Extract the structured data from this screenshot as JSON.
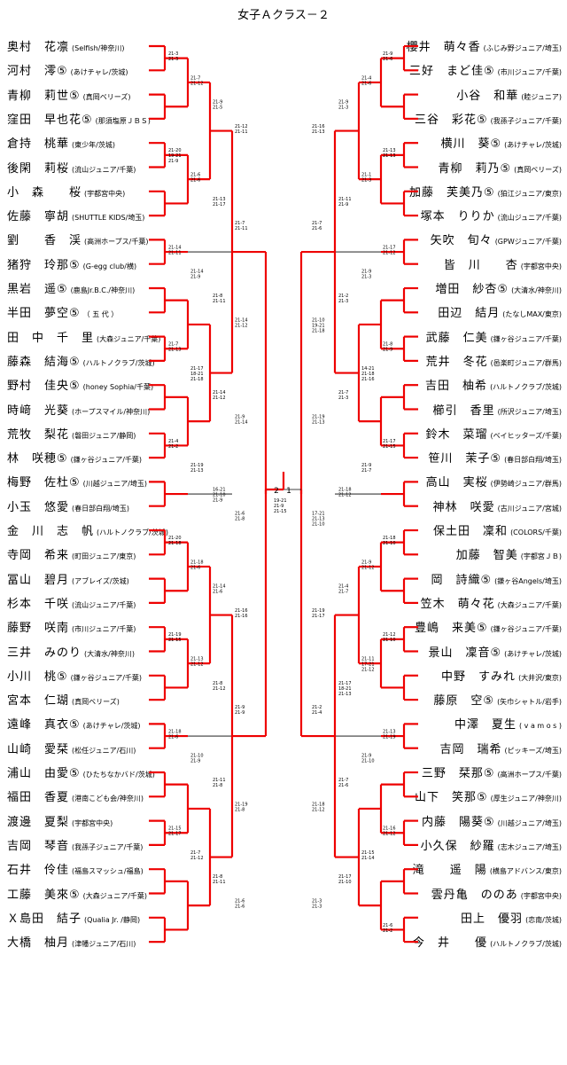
{
  "title": "女子Ａクラス－２",
  "left": [
    {
      "name": "奥村　花凛",
      "club": "(Selfish/神奈川)"
    },
    {
      "name": "河村　澪⑤",
      "club": "(あけチャレ/茨城)"
    },
    {
      "name": "青柳　莉世⑤",
      "club": "(真岡ベリーズ)"
    },
    {
      "name": "窪田　早也花⑤",
      "club": "(那須塩原ＪＢＳ)"
    },
    {
      "name": "倉持　桃華",
      "club": "(東少年/茨城)"
    },
    {
      "name": "後閑　莉桜",
      "club": "(流山ジュニア/千葉)"
    },
    {
      "name": "小　森　　桜",
      "club": "(宇都宮中央)"
    },
    {
      "name": "佐藤　寧胡",
      "club": "(SHUTTLE KIDS/埼玉)"
    },
    {
      "name": "劉　　香　渓",
      "club": "(高洲ホープス/千葉)"
    },
    {
      "name": "猪狩　玲那⑤",
      "club": "(G-egg club/横)"
    },
    {
      "name": "黒岩　遥⑤",
      "club": "(鹿島Jr.B.C./神奈川)"
    },
    {
      "name": "半田　夢空⑤",
      "club": "（ 五 代 ）"
    },
    {
      "name": "田　中　千　里",
      "club": "(大森ジュニア/千葉)"
    },
    {
      "name": "藤森　結海⑤",
      "club": "(ハルトノクラブ/茨城)"
    },
    {
      "name": "野村　佳央⑤",
      "club": "(honey Sophia/千葉)"
    },
    {
      "name": "時﨑　光葵",
      "club": "(ホープスマイル/神奈川)"
    },
    {
      "name": "荒牧　梨花",
      "club": "(磐田ジュニア/静岡)"
    },
    {
      "name": "林　咲穂⑤",
      "club": "(鎌ヶ谷ジュニア/千葉)"
    },
    {
      "name": "梅野　佐杜⑤",
      "club": "(川越ジュニア/埼玉)"
    },
    {
      "name": "小玉　悠愛",
      "club": "(春日部白翔/埼玉)"
    },
    {
      "name": "金　川　志　帆",
      "club": "(ハルトノクラブ/茨城)"
    },
    {
      "name": "寺岡　希来",
      "club": "(町田ジュニア/東京)"
    },
    {
      "name": "冨山　碧月",
      "club": "(アブレイズ/茨城)"
    },
    {
      "name": "杉本　千咲",
      "club": "(流山ジュニア/千葉)"
    },
    {
      "name": "藤野　咲南",
      "club": "(市川ジュニア/千葉)"
    },
    {
      "name": "三井　みのり",
      "club": "(大清水/神奈川)"
    },
    {
      "name": "小川　桃⑤",
      "club": "(鎌ヶ谷ジュニア/千葉)"
    },
    {
      "name": "宮本　仁瑚",
      "club": "(真岡ベリーズ)"
    },
    {
      "name": "遠峰　真衣⑤",
      "club": "(あけチャレ/茨城)"
    },
    {
      "name": "山崎　愛栞",
      "club": "(松任ジュニア/石川)"
    },
    {
      "name": "浦山　由愛⑤",
      "club": "(ひたちなかバド/茨城)"
    },
    {
      "name": "福田　香夏",
      "club": "(港南こども会/神奈川)"
    },
    {
      "name": "渡邊　夏梨",
      "club": "(宇都宮中央)"
    },
    {
      "name": "吉岡　琴音",
      "club": "(我孫子ジュニア/千葉)"
    },
    {
      "name": "石井　伶佳",
      "club": "(福島スマッシュ/福島)"
    },
    {
      "name": "工藤　美來⑤",
      "club": "(大森ジュニア/千葉)"
    },
    {
      "name": "Ｘ島田　結子",
      "club": "(Qualia Jr. /静岡)"
    },
    {
      "name": "大橋　柚月",
      "club": "(津幡ジュニア/石川)"
    }
  ],
  "right": [
    {
      "name": "櫻井　萌々香",
      "club": "(ふじみ野ジュニア/埼玉)"
    },
    {
      "name": "三好　まど佳⑤",
      "club": "(市川ジュニア/千葉)"
    },
    {
      "name": "小谷　和華",
      "club": "(睦ジュニア)"
    },
    {
      "name": "三谷　彩花⑤",
      "club": "(我孫子ジュニア/千葉)"
    },
    {
      "name": "横川　葵⑤",
      "club": "(あけチャレ/茨城)"
    },
    {
      "name": "青柳　莉乃⑤",
      "club": "(真岡ベリーズ)"
    },
    {
      "name": "加藤　芙美乃⑤",
      "club": "(狛江ジュニア/東京)"
    },
    {
      "name": "塚本　りりか",
      "club": "(流山ジュニア/千葉)"
    },
    {
      "name": "矢吹　旬々",
      "club": "(GPWジュニア/千葉)"
    },
    {
      "name": "皆　川　　杏",
      "club": "(宇都宮中央)"
    },
    {
      "name": "増田　紗杏⑤",
      "club": "(大清水/神奈川)"
    },
    {
      "name": "田辺　結月",
      "club": "(たなしMAX/東京)"
    },
    {
      "name": "武藤　仁美",
      "club": "(鎌ヶ谷ジュニア/千葉)"
    },
    {
      "name": "荒井　冬花",
      "club": "(邑楽町ジュニア/群馬)"
    },
    {
      "name": "吉田　柚希",
      "club": "(ハルトノクラブ/茨城)"
    },
    {
      "name": "櫛引　香里",
      "club": "(所沢ジュニア/埼玉)"
    },
    {
      "name": "鈴木　菜瑠",
      "club": "(ベイヒッターズ/千葉)"
    },
    {
      "name": "笹川　茉子⑤",
      "club": "(春日部白翔/埼玉)"
    },
    {
      "name": "高山　実桜",
      "club": "(伊勢崎ジュニア/群馬)"
    },
    {
      "name": "神林　咲愛",
      "club": "(古川ジュニア/宮城)"
    },
    {
      "name": "保土田　凜和",
      "club": "(COLORS/千葉)"
    },
    {
      "name": "加藤　智美",
      "club": "(宇都宮ＪＢ)"
    },
    {
      "name": "岡　詩織⑤",
      "club": "(鎌ヶ谷Angels/埼玉)"
    },
    {
      "name": "笠木　萌々花",
      "club": "(大森ジュニア/千葉)"
    },
    {
      "name": "豊嶋　来美⑤",
      "club": "(鎌ヶ谷ジュニア/千葉)"
    },
    {
      "name": "景山　凜音⑤",
      "club": "(あけチャレ/茨城)"
    },
    {
      "name": "中野　すみれ",
      "club": "(大井沢/東京)"
    },
    {
      "name": "藤原　空⑤",
      "club": "(矢巾シャトル/岩手)"
    },
    {
      "name": "中澤　夏生",
      "club": "( v a m o s )"
    },
    {
      "name": "吉岡　瑞希",
      "club": "(ピッキーズ/埼玉)"
    },
    {
      "name": "三野　栞那⑤",
      "club": "(高洲ホープス/千葉)"
    },
    {
      "name": "山下　笑那⑤",
      "club": "(厚生ジュニア/神奈川)"
    },
    {
      "name": "内藤　陽葵⑤",
      "club": "(川越ジュニア/埼玉)"
    },
    {
      "name": "小久保　紗羅",
      "club": "(志木ジュニア/埼玉)"
    },
    {
      "name": "滝　　遥　陽",
      "club": "(横島アドバンス/東京)"
    },
    {
      "name": "雲丹亀　ののあ",
      "club": "(宇都宮中央)"
    },
    {
      "name": "田上　優羽",
      "club": "(恋南/茨城)"
    },
    {
      "name": "今　井　　優",
      "club": "(ハルトノクラブ/茨城)"
    }
  ],
  "scores": {
    "left": [
      "21-3\n21-3",
      "21-7\n21-12",
      "21-9\n21-5",
      "21-12\n21-11",
      "21-20\n19-21\n21-9",
      "21-6\n21-6",
      "21-13\n21-17",
      "21-7\n21-11",
      "21-14\n21-11",
      "21-14\n21-9",
      "21-8\n21-11",
      "21-14\n21-12",
      "21-7\n21-13",
      "21-17\n18-21\n21-18",
      "21-14\n21-12",
      "21-9\n21-14",
      "21-4\n21-2",
      "21-19\n21-13",
      "16-21\n21-10\n21-9",
      "21-6\n21-8",
      "21-20\n21-18",
      "21-18\n21-6",
      "21-14\n21-6",
      "21-16\n21-16",
      "21-19\n21-15",
      "21-13\n21-12",
      "21-8\n21-12",
      "21-9\n21-9",
      "21-18\n21-6",
      "21-10\n21-9",
      "21-11\n21-8",
      "21-19\n21-8",
      "21-15\n21-17",
      "21-7\n21-12",
      "21-8\n21-11",
      "21-6\n21-6"
    ],
    "right": [
      "21-9\n21-6",
      "21-4\n21-6",
      "21-9\n21-3",
      "21-16\n21-13",
      "21-13\n21-13",
      "21-1\n21-3",
      "21-11\n21-9",
      "21-7\n21-6",
      "21-17\n21-12",
      "21-9\n21-3",
      "21-2\n21-3",
      "21-10\n19-21\n21-18",
      "21-8\n21-9",
      "14-21\n21-18\n21-16",
      "21-7\n21-3",
      "21-19\n21-13",
      "21-17\n21-15",
      "21-9\n21-7",
      "21-18\n21-12",
      "17-21\n21-13\n21-10",
      "21-18\n21-10",
      "21-9\n21-12",
      "21-4\n21-7",
      "21-19\n21-17",
      "21-12\n21-10",
      "21-11\n17-21\n21-12",
      "21-17\n18-21\n21-13",
      "21-2\n21-4",
      "21-13\n21-19",
      "21-9\n21-10",
      "21-7\n21-6",
      "21-18\n21-12",
      "21-16\n21-12",
      "21-15\n21-14",
      "21-17\n21-10",
      "21-3\n21-3",
      "21-6\n21-2"
    ],
    "final": "19-21\n21-9\n21-15"
  },
  "final_labels": {
    "left": "2",
    "right": "1"
  }
}
